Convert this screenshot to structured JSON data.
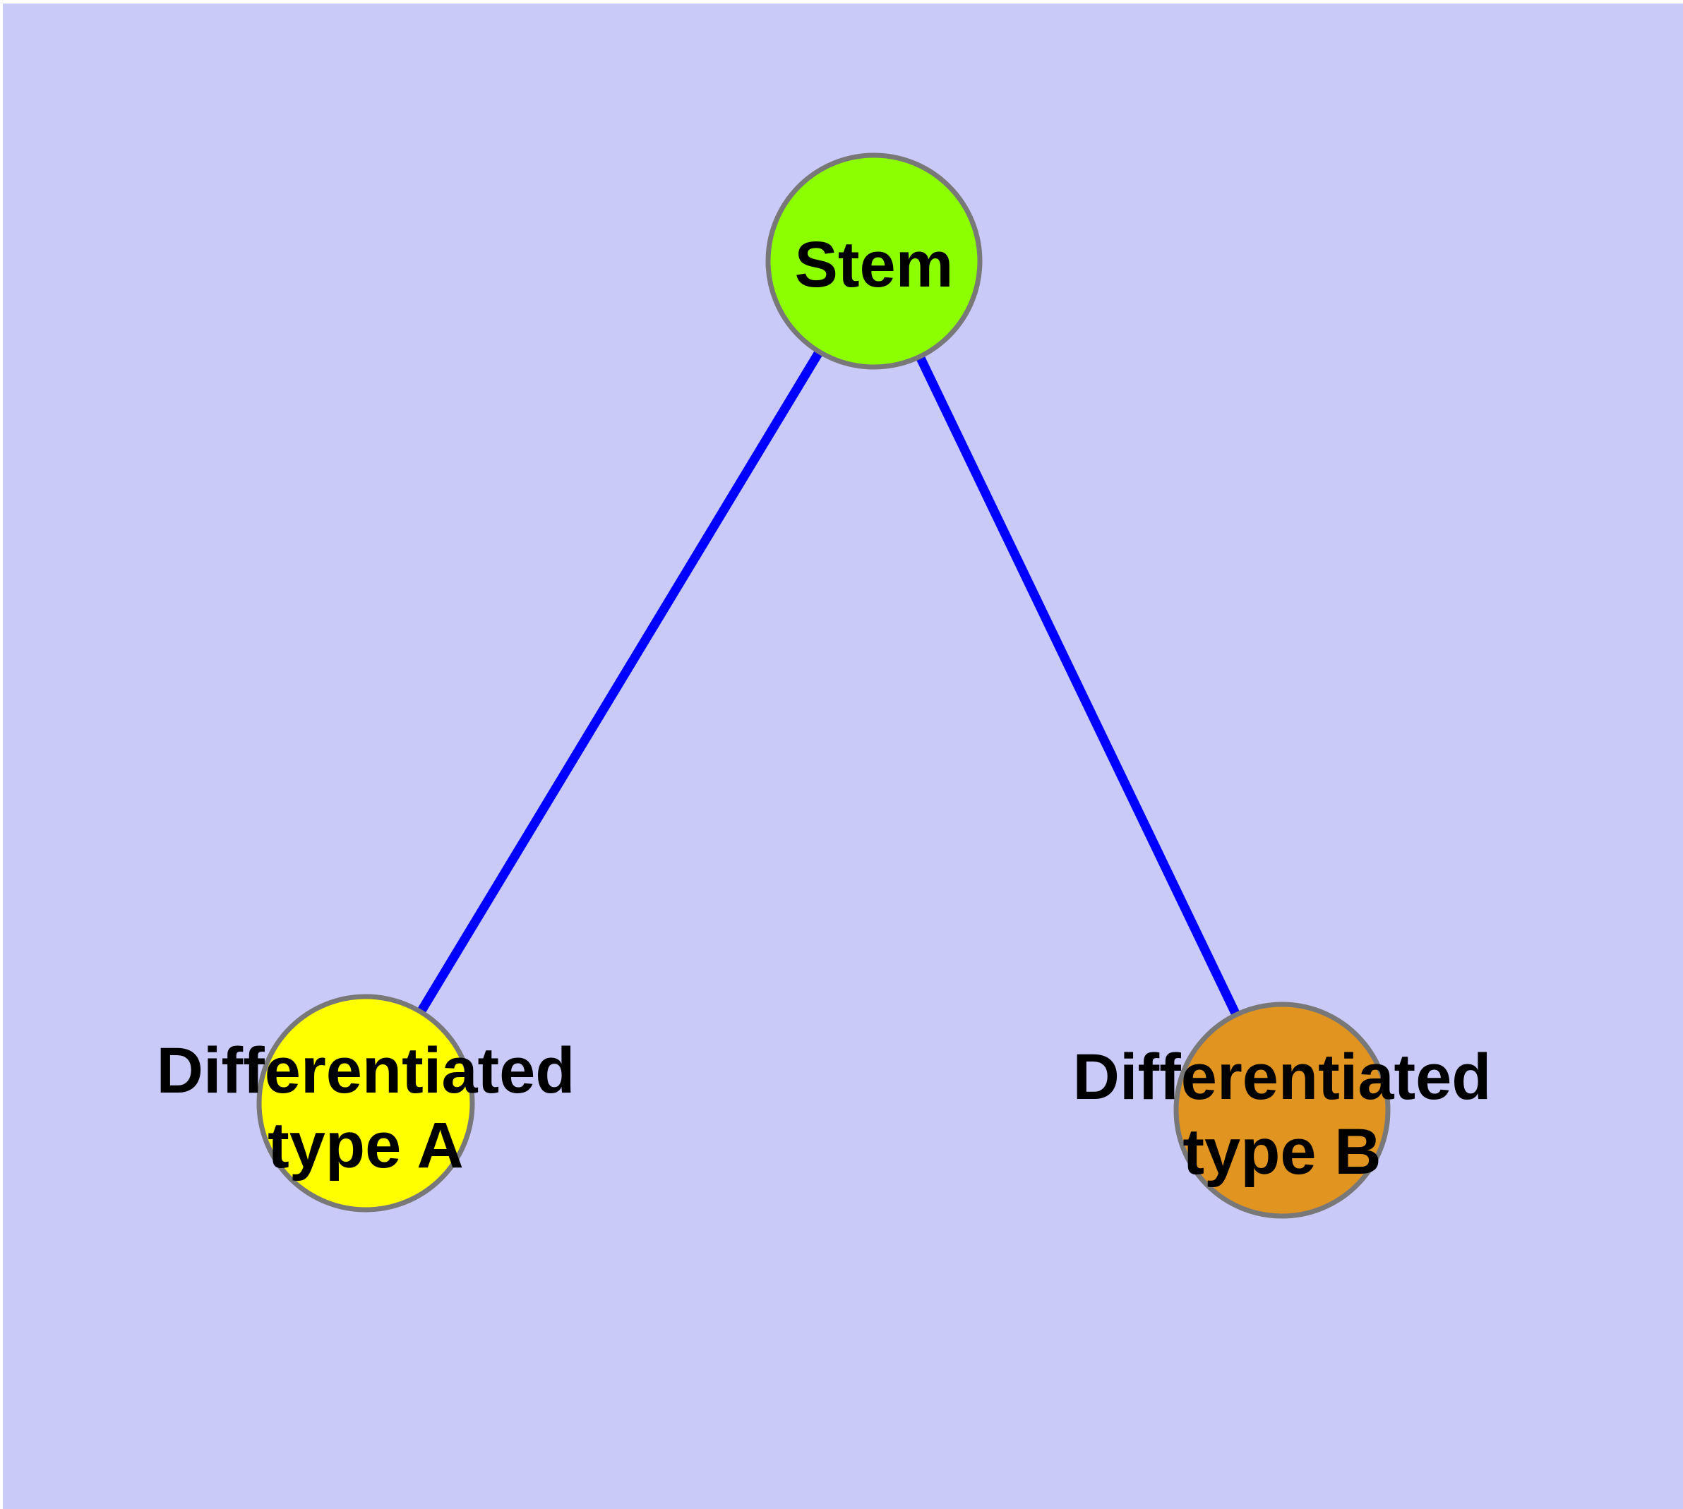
{
  "diagram": {
    "background_color": "#CACAF8",
    "page_margin_color": "#FFFFFF",
    "edge_color": "#0000FF",
    "node_border_color": "#787878",
    "text_color": "#000000",
    "nodes": {
      "stem": {
        "label": "Stem",
        "fill": "#8CFF00"
      },
      "type_a": {
        "label": "Differentiated type A",
        "lines": [
          "Differentiated",
          "type A"
        ],
        "fill": "#FFFF00"
      },
      "type_b": {
        "label": "Differentiated type B",
        "lines": [
          "Differentiated",
          "type B"
        ],
        "fill": "#E29420"
      }
    },
    "edges": [
      {
        "from": "Stem",
        "to": "Differentiated type A"
      },
      {
        "from": "Stem",
        "to": "Differentiated type B"
      }
    ]
  }
}
